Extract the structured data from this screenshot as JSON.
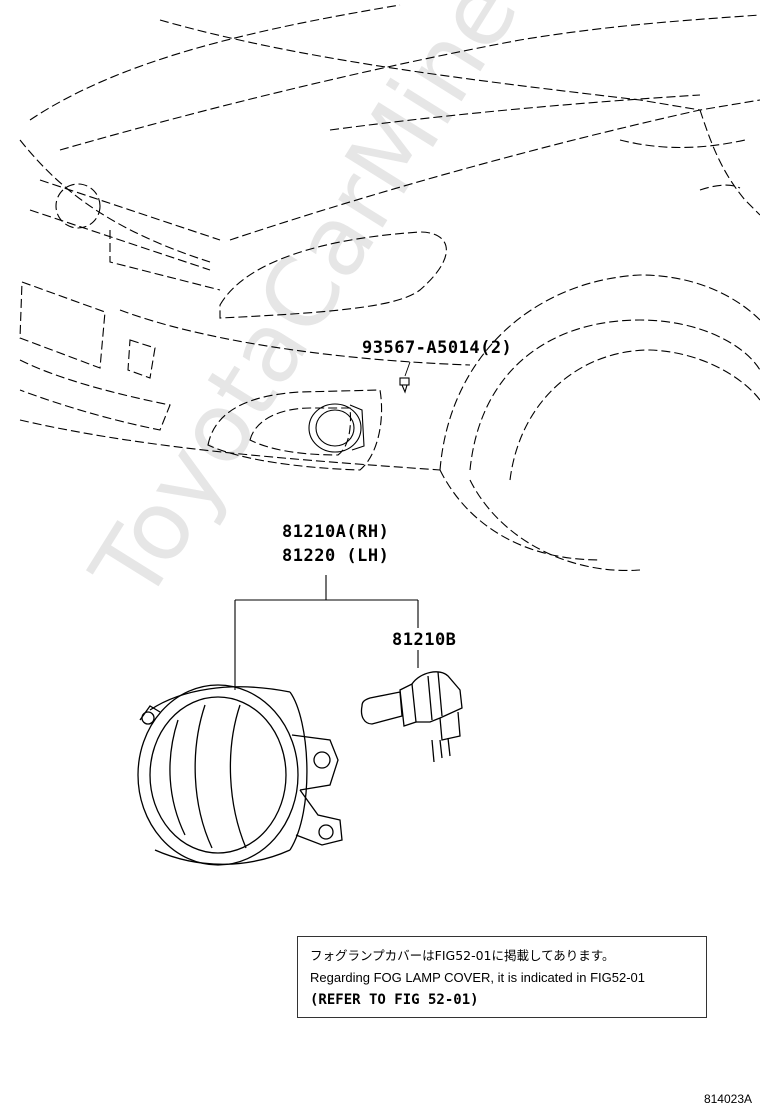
{
  "watermark": "ToyotaCarMine.ru",
  "callouts": {
    "screw": "93567-A5014(2)",
    "fog_lamp_rh": "81210A(RH)",
    "fog_lamp_lh": "81220 (LH)",
    "bulb": "81210B"
  },
  "note": {
    "japanese": "フォグランプカバーはFIG52-01に掲載してあります。",
    "english": "Regarding FOG LAMP COVER, it is indicated in FIG52-01",
    "reference": "(REFER TO FIG 52-01)"
  },
  "figure_id": "814023A"
}
